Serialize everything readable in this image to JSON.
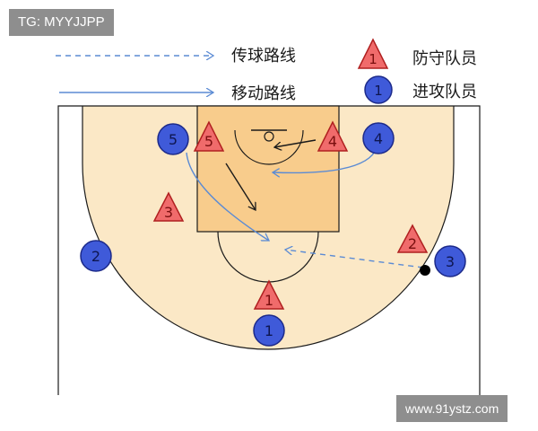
{
  "watermarks": {
    "top_left": "TG: MYYJJPP",
    "bottom_right": "www.91ystz.com"
  },
  "legend": {
    "pass_route": "传球路线",
    "move_route": "移动路线",
    "defender": {
      "label": "防守队员",
      "number": "1"
    },
    "attacker": {
      "label": "进攻队员",
      "number": "1"
    }
  },
  "attackers": [
    "5",
    "4",
    "2",
    "3",
    "1"
  ],
  "defenders": [
    "5",
    "4",
    "3",
    "2",
    "1"
  ],
  "colors": {
    "court": "#fbe8c6",
    "paint": "#f8cc8c",
    "line": "#1a1a1a",
    "attacker_fill": "#3f5ad9",
    "attacker_stroke": "#1c2a8a",
    "defender_fill": "#f06b6b",
    "defender_stroke": "#b02020",
    "arrow": "#5b8bd4",
    "move_arrow": "#1a1a1a",
    "ball": "#000000"
  }
}
